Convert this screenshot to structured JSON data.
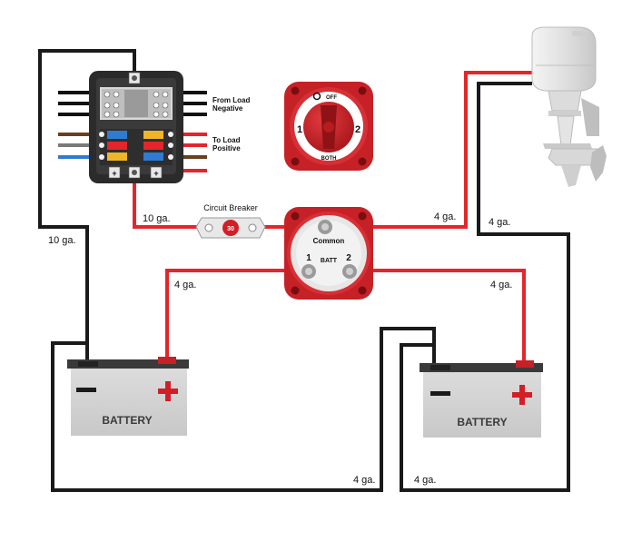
{
  "fuse_block": {
    "neg_label": "From Load\nNegative",
    "pos_label": "To Load\nPositive"
  },
  "switch_top": {
    "off_label": "OFF",
    "pos1_label": "1",
    "pos2_label": "2",
    "both_label": "BOTH"
  },
  "circuit_breaker": {
    "label": "Circuit Breaker",
    "rating": "30"
  },
  "switch_main": {
    "common_label": "Common",
    "batt_label": "BATT",
    "post1_label": "1",
    "post2_label": "2"
  },
  "batteries": [
    {
      "label": "BATTERY"
    },
    {
      "label": "BATTERY"
    }
  ],
  "wires": {
    "fuse_to_breaker": "10 ga.",
    "fuse_neg_to_battery": "10 ga.",
    "common_to_motor": "4 ga.",
    "motor_neg": "4 ga.",
    "switch_to_batt1": "4 ga.",
    "switch_to_batt2": "4 ga.",
    "batt1_neg_return": "4 ga.",
    "batt2_neg_return": "4 ga."
  },
  "colors": {
    "positive_wire": "#e5252c",
    "negative_wire": "#1a1a1a",
    "switch_red": "#c62127",
    "battery_body": "#d2d2d2",
    "fuse_block_body": "#2b2b2b"
  }
}
